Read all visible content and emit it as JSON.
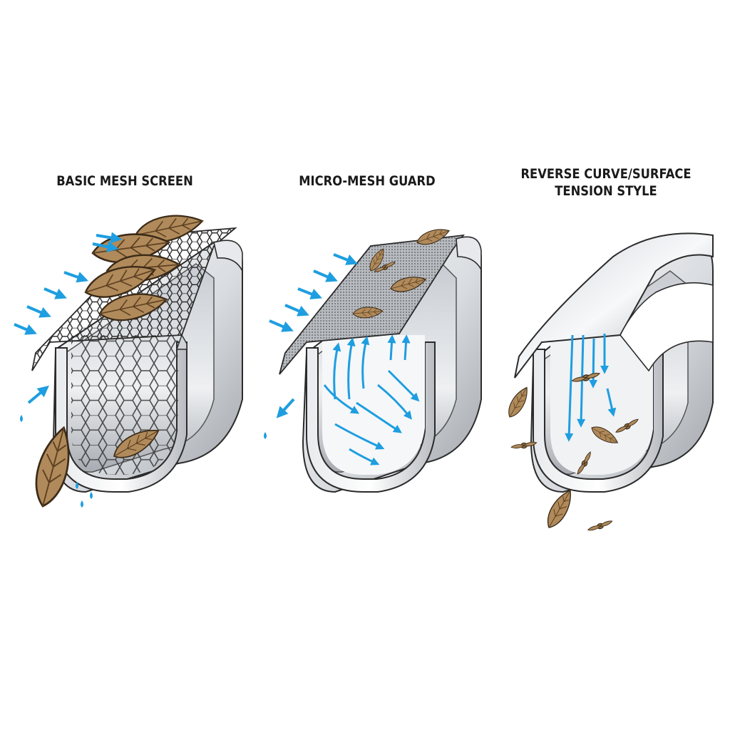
{
  "panels": [
    {
      "title_lines": [
        "BASIC MESH SCREEN"
      ]
    },
    {
      "title_lines": [
        "MICRO-MESH GUARD"
      ]
    },
    {
      "title_lines": [
        "REVERSE CURVE/SURFACE",
        "TENSION STYLE"
      ]
    }
  ],
  "colors": {
    "metal_light": "#f4f5f7",
    "metal_mid": "#c9ccd1",
    "metal_dark": "#8e9298",
    "outline": "#2b2b2b",
    "water_arrow": "#1e9ee0",
    "leaf_fill": "#b08a5a",
    "leaf_vein": "#6b4a28",
    "seed_fill": "#a07a55"
  },
  "icons": [
    "leaf-icon",
    "water-arrow-icon",
    "water-drop-icon",
    "maple-seed-icon"
  ]
}
